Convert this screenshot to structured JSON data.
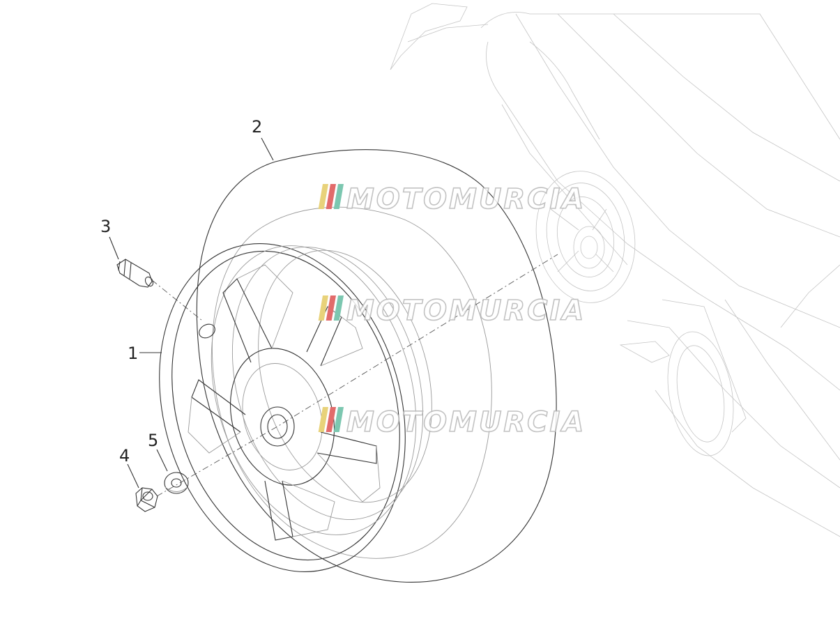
{
  "callouts": {
    "c1": "1",
    "c2": "2",
    "c3": "3",
    "c4": "4",
    "c5": "5"
  },
  "watermark": {
    "text": "MOTOMURCIA",
    "stripe_colors": [
      "#e8d27a",
      "#e26b6b",
      "#7cc7b0"
    ]
  },
  "colors": {
    "line": "#333333",
    "line_faint": "#9a9a9a",
    "line_vehicle": "#c4c4c4",
    "background": "#ffffff"
  }
}
